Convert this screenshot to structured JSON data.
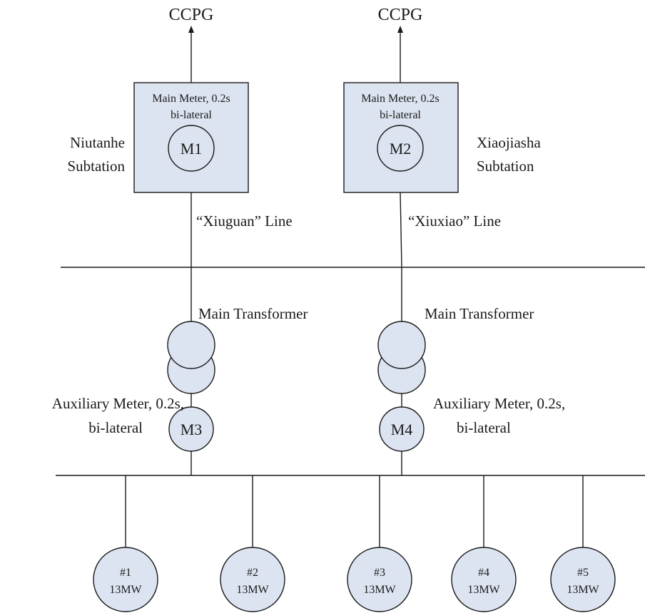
{
  "grid": {
    "left": "CCPG",
    "right": "CCPG"
  },
  "substations": {
    "left": {
      "name_line1": "Niutanhe",
      "name_line2": "Subtation",
      "meter_caption_line1": "Main Meter, 0.2s",
      "meter_caption_line2": "bi-lateral",
      "meter": "M1",
      "line_label": "“Xiuguan” Line"
    },
    "right": {
      "name_line1": "Xiaojiasha",
      "name_line2": "Subtation",
      "meter_caption_line1": "Main Meter, 0.2s",
      "meter_caption_line2": "bi-lateral",
      "meter": "M2",
      "line_label": "“Xiuxiao” Line"
    }
  },
  "transformers": {
    "left": {
      "label": "Main Transformer",
      "aux_line1": "Auxiliary Meter, 0.2s,",
      "aux_line2": "bi-lateral",
      "meter": "M3"
    },
    "right": {
      "label": "Main Transformer",
      "aux_line1": "Auxiliary Meter, 0.2s,",
      "aux_line2": "bi-lateral",
      "meter": "M4"
    }
  },
  "generators": [
    {
      "id": "#1",
      "capacity": "13MW"
    },
    {
      "id": "#2",
      "capacity": "13MW"
    },
    {
      "id": "#3",
      "capacity": "13MW"
    },
    {
      "id": "#4",
      "capacity": "13MW"
    },
    {
      "id": "#5",
      "capacity": "13MW"
    }
  ]
}
